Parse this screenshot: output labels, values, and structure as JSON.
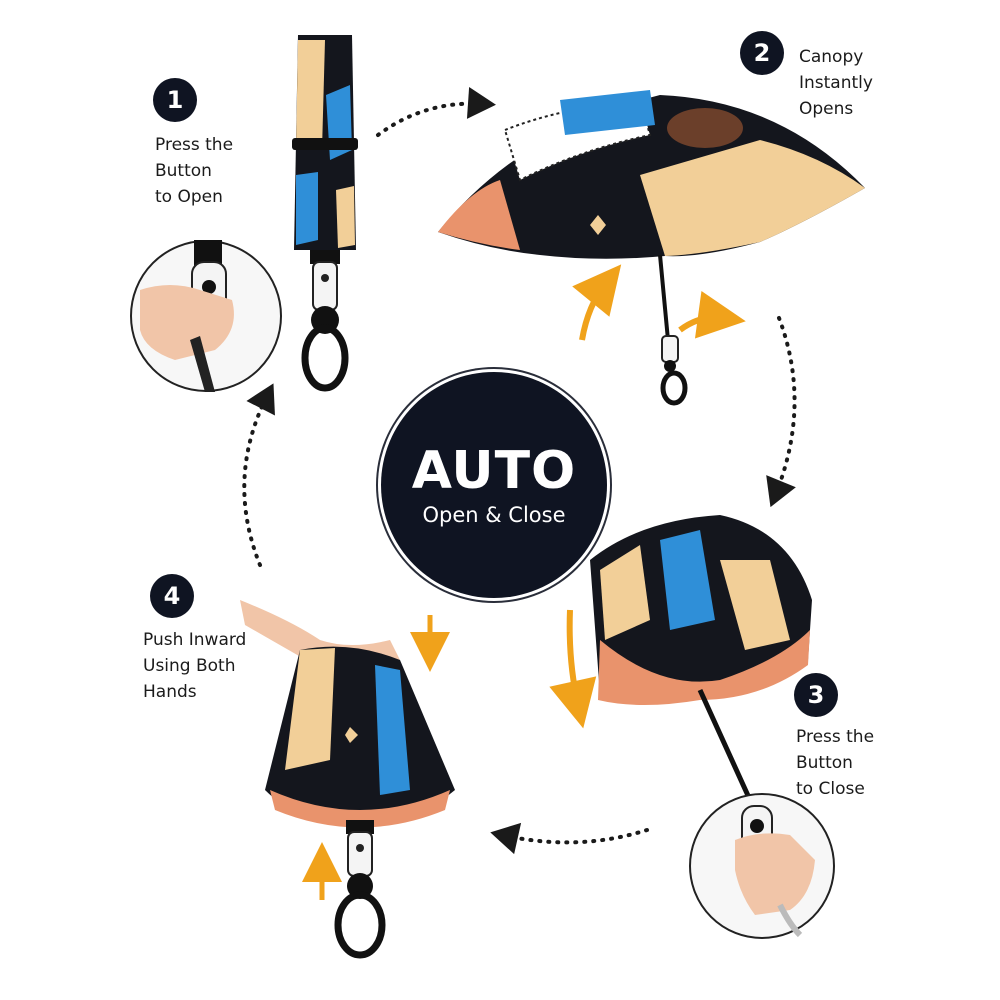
{
  "center": {
    "title": "AUTO",
    "subtitle": "Open & Close"
  },
  "steps": [
    {
      "number": "1",
      "lines": [
        "Press the",
        "Button",
        "to Open"
      ]
    },
    {
      "number": "2",
      "lines": [
        "Canopy",
        "Instantly",
        "Opens"
      ]
    },
    {
      "number": "3",
      "lines": [
        "Press the",
        "Button",
        "to Close"
      ]
    },
    {
      "number": "4",
      "lines": [
        "Push Inward",
        "Using Both",
        "Hands"
      ]
    }
  ],
  "colors": {
    "badge": "#0f1422",
    "accent_arrow": "#f0a21b",
    "canopy_black": "#14161d",
    "canopy_tan": "#f2cf98",
    "canopy_salmon": "#e9936c",
    "canopy_blue": "#2f8fd8",
    "handle_white": "#f4f4f4"
  }
}
